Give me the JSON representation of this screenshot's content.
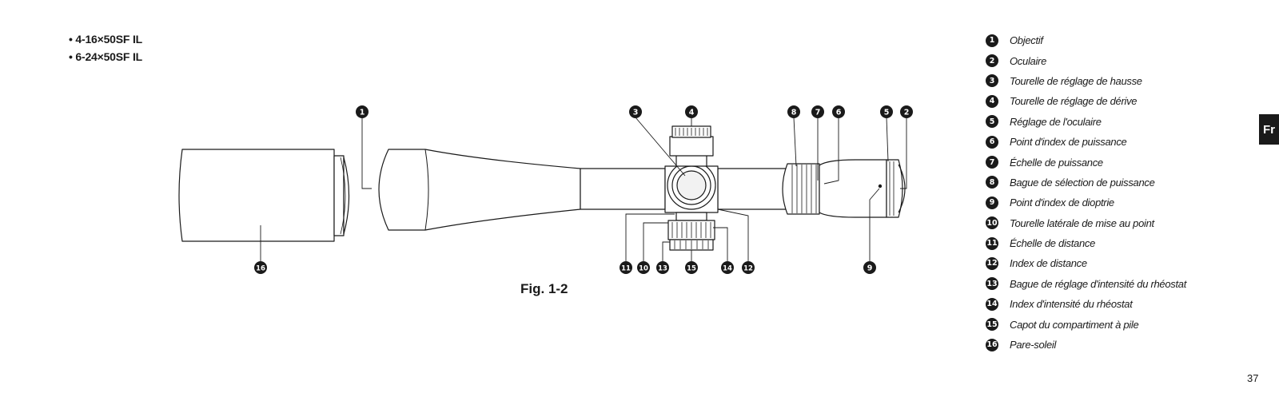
{
  "models": [
    {
      "text": "• 4-16×50SF IL"
    },
    {
      "text": "• 6-24×50SF IL"
    }
  ],
  "figure_caption": "Fig. 1-2",
  "callouts": [
    "1",
    "2",
    "3",
    "4",
    "5",
    "6",
    "7",
    "8",
    "9",
    "10",
    "11",
    "12",
    "13",
    "14",
    "15",
    "16"
  ],
  "legend": [
    {
      "num": "1",
      "label": "Objectif"
    },
    {
      "num": "2",
      "label": "Oculaire"
    },
    {
      "num": "3",
      "label": "Tourelle de réglage de hausse"
    },
    {
      "num": "4",
      "label": "Tourelle de réglage de dérive"
    },
    {
      "num": "5",
      "label": "Réglage de l'oculaire"
    },
    {
      "num": "6",
      "label": "Point d'index de puissance"
    },
    {
      "num": "7",
      "label": "Échelle de puissance"
    },
    {
      "num": "8",
      "label": "Bague de sélection de puissance"
    },
    {
      "num": "9",
      "label": "Point d'index de dioptrie"
    },
    {
      "num": "10",
      "label": "Tourelle latérale de mise au point"
    },
    {
      "num": "11",
      "label": "Échelle de distance"
    },
    {
      "num": "12",
      "label": "Index de distance"
    },
    {
      "num": "13",
      "label": "Bague de réglage d'intensité du rhéostat"
    },
    {
      "num": "14",
      "label": "Index d'intensité du rhéostat"
    },
    {
      "num": "15",
      "label": "Capot du compartiment à pile"
    },
    {
      "num": "16",
      "label": "Pare-soleil"
    }
  ],
  "language_tab": "Fr",
  "page_number": "37",
  "colors": {
    "ink": "#1a1a1a",
    "background": "#ffffff"
  }
}
